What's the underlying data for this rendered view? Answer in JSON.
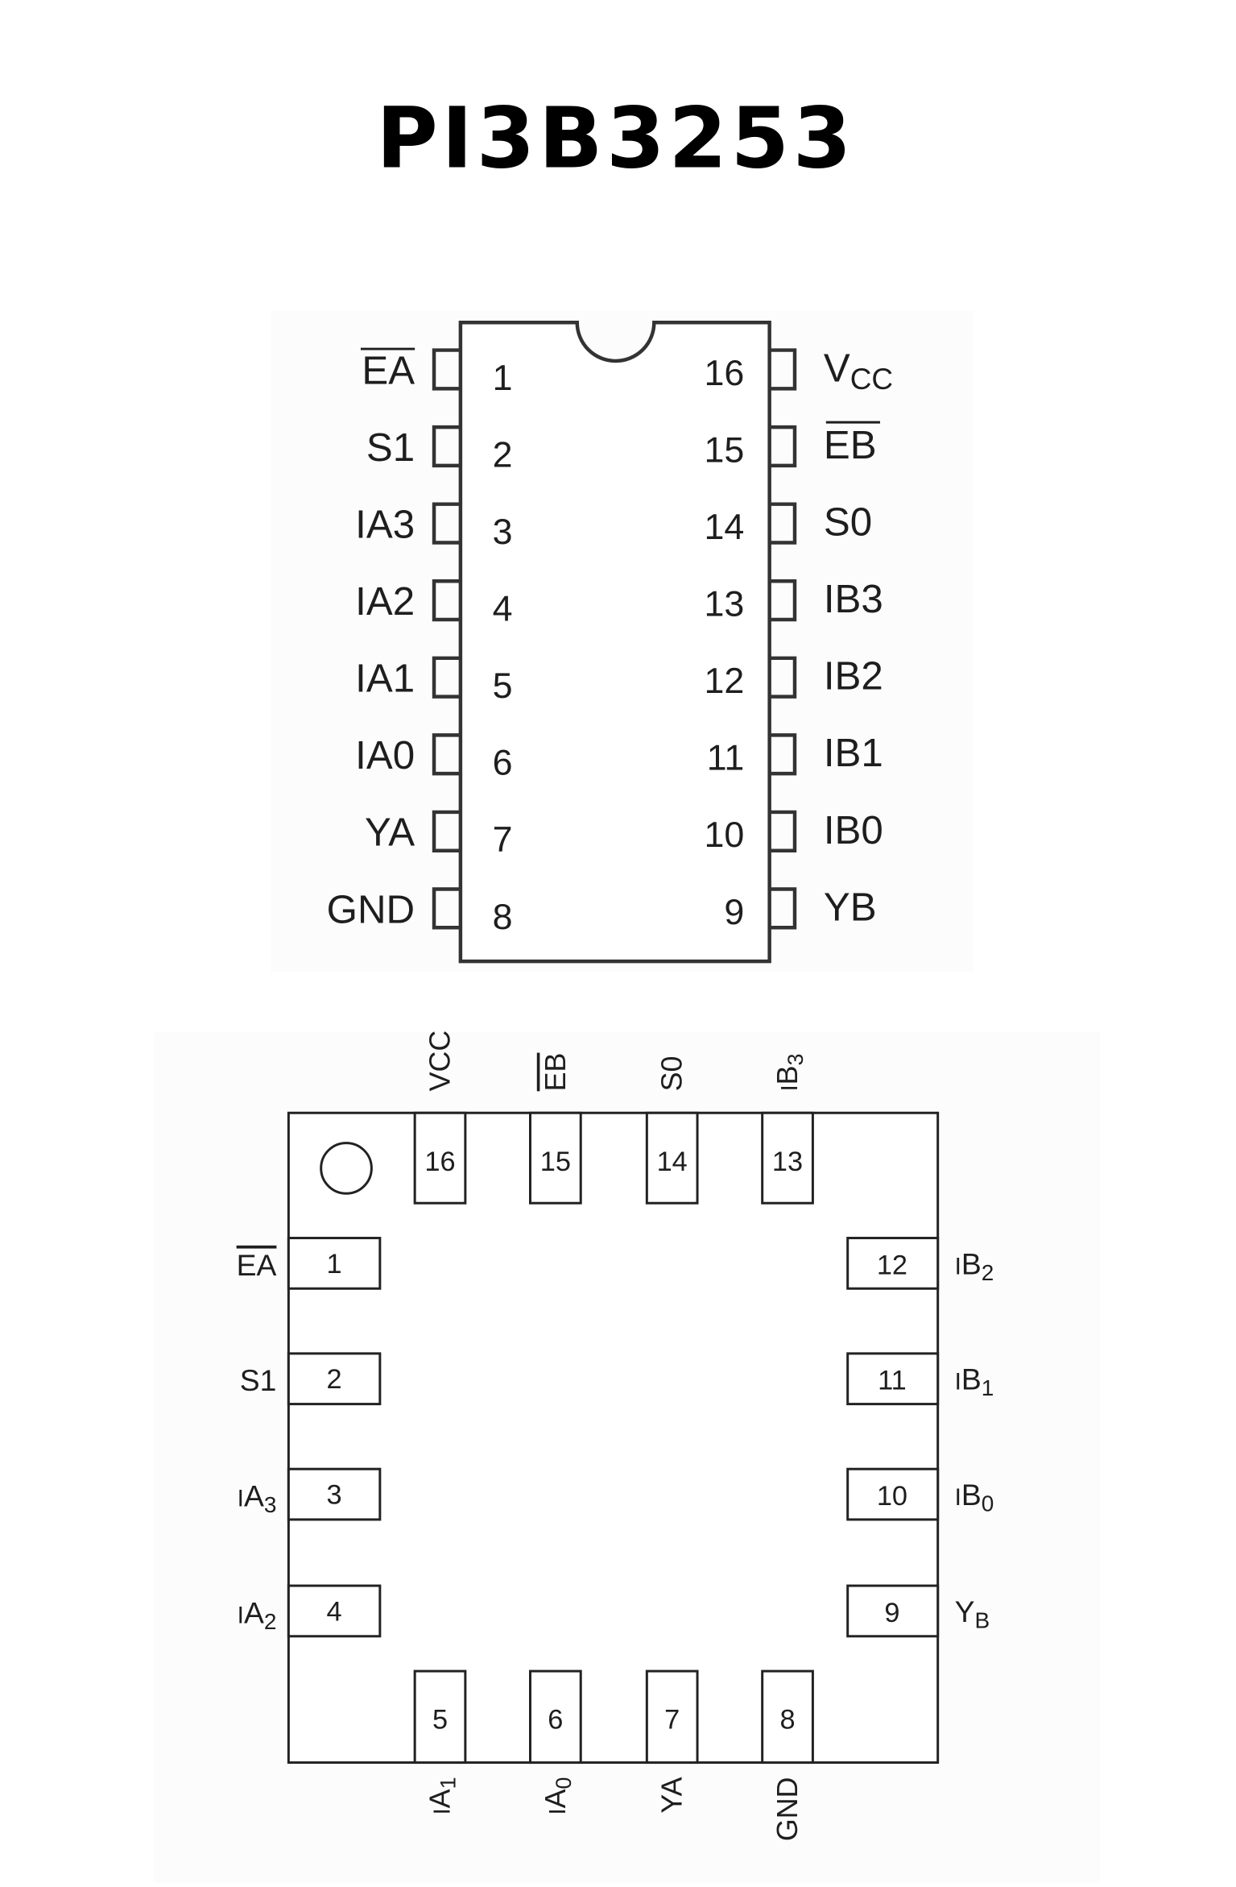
{
  "title": "PI3B3253",
  "colors": {
    "outline": "#333333",
    "text": "#1e1e1e",
    "panel": "#fcfcfc"
  },
  "dip": {
    "left_pins": [
      {
        "num": "1",
        "label": "EA",
        "overbar": true
      },
      {
        "num": "2",
        "label": "S1"
      },
      {
        "num": "3",
        "label": "IA3"
      },
      {
        "num": "4",
        "label": "IA2"
      },
      {
        "num": "5",
        "label": "IA1"
      },
      {
        "num": "6",
        "label": "IA0"
      },
      {
        "num": "7",
        "label": "YA"
      },
      {
        "num": "8",
        "label": "GND"
      }
    ],
    "right_pins": [
      {
        "num": "16",
        "label": "V",
        "sub": "CC"
      },
      {
        "num": "15",
        "label": "EB",
        "overbar": true
      },
      {
        "num": "14",
        "label": "S0"
      },
      {
        "num": "13",
        "label": "IB3"
      },
      {
        "num": "12",
        "label": "IB2"
      },
      {
        "num": "11",
        "label": "IB1"
      },
      {
        "num": "10",
        "label": "IB0"
      },
      {
        "num": "9",
        "label": "YB"
      }
    ]
  },
  "qfn": {
    "top_pins": [
      {
        "num": "16",
        "label": "VCC"
      },
      {
        "num": "15",
        "label": "EB",
        "overbar": true
      },
      {
        "num": "14",
        "label": "S0"
      },
      {
        "num": "13",
        "prefix": "I",
        "label": "B",
        "sub": "3"
      }
    ],
    "left_pins": [
      {
        "num": "1",
        "label": "EA",
        "overbar": true
      },
      {
        "num": "2",
        "label": "S1"
      },
      {
        "num": "3",
        "prefix": "I",
        "label": "A",
        "sub": "3"
      },
      {
        "num": "4",
        "prefix": "I",
        "label": "A",
        "sub": "2"
      }
    ],
    "right_pins": [
      {
        "num": "12",
        "prefix": "I",
        "label": "B",
        "sub": "2"
      },
      {
        "num": "11",
        "prefix": "I",
        "label": "B",
        "sub": "1"
      },
      {
        "num": "10",
        "prefix": "I",
        "label": "B",
        "sub": "0"
      },
      {
        "num": "9",
        "label": "Y",
        "sub": "B"
      }
    ],
    "bottom_pins": [
      {
        "num": "5",
        "prefix": "I",
        "label": "A",
        "sub": "1"
      },
      {
        "num": "6",
        "prefix": "I",
        "label": "A",
        "sub": "0"
      },
      {
        "num": "7",
        "label": "YA"
      },
      {
        "num": "8",
        "label": "GND"
      }
    ]
  }
}
